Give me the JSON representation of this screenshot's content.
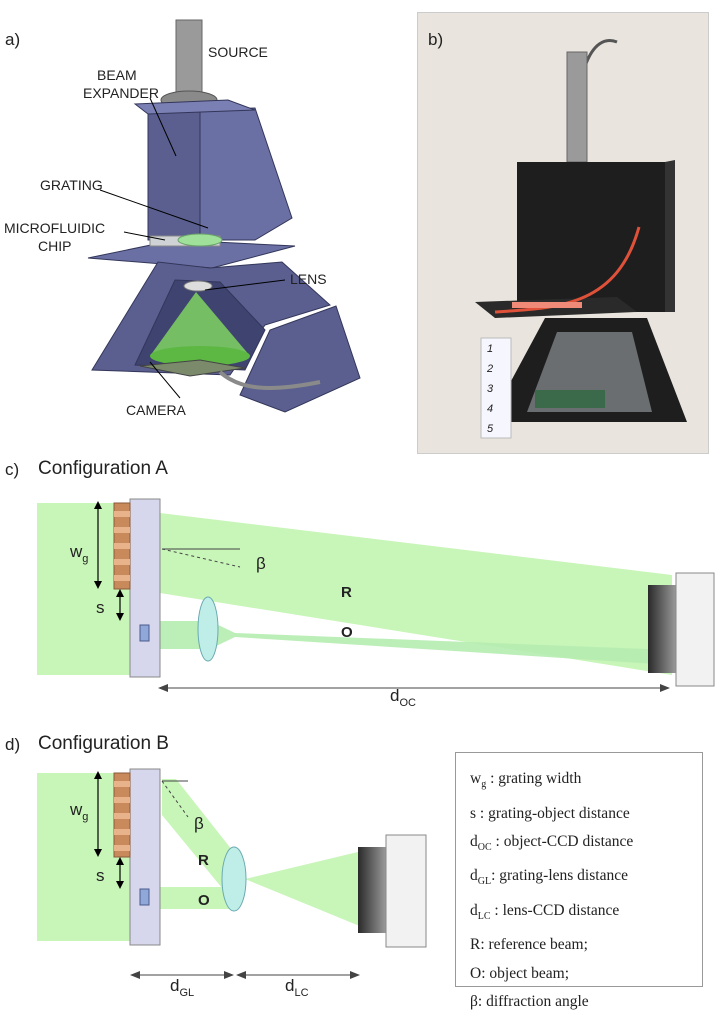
{
  "panels": {
    "a": {
      "label": "a)",
      "callouts": {
        "source": "SOURCE",
        "beam_expander_1": "BEAM",
        "beam_expander_2": "EXPANDER",
        "grating": "GRATING",
        "chip_1": "MICROFLUIDIC",
        "chip_2": "CHIP",
        "lens": "LENS",
        "camera": "CAMERA"
      }
    },
    "b": {
      "label": "b)",
      "ruler_ticks": [
        "1",
        "2",
        "3",
        "4",
        "5"
      ]
    },
    "c": {
      "label": "c)",
      "title": "Configuration A",
      "wg_main": "w",
      "wg_sub": "g",
      "s": "s",
      "beta": "β",
      "R": "R",
      "O": "O",
      "doc_main": "d",
      "doc_sub": "OC"
    },
    "d": {
      "label": "d)",
      "title": "Configuration B",
      "wg_main": "w",
      "wg_sub": "g",
      "s": "s",
      "beta": "β",
      "R": "R",
      "O": "O",
      "dgl_main": "d",
      "dgl_sub": "GL",
      "dlc_main": "d",
      "dlc_sub": "LC"
    }
  },
  "legend": [
    {
      "sym": "w",
      "sub": "g",
      "text": " : grating width"
    },
    {
      "sym": "s",
      "sub": "",
      "text": " : grating-object distance"
    },
    {
      "sym": "d",
      "sub": "OC",
      "text": " : object-CCD distance"
    },
    {
      "sym": "d",
      "sub": "GL",
      "text": ": grating-lens distance"
    },
    {
      "sym": "d",
      "sub": "LC",
      "text": " : lens-CCD distance"
    },
    {
      "sym": "R",
      "sub": "",
      "text": ": reference beam;"
    },
    {
      "sym": "O",
      "sub": "",
      "text": ": object beam;"
    },
    {
      "sym": "β",
      "sub": "",
      "text": ": diffraction angle"
    }
  ],
  "colors": {
    "beam_green": "#c8f5b8",
    "housing_blue": "#5a5f8f",
    "grating_orange": "#c88a5a",
    "object_blue": "#8fa8d8",
    "lens_cyan": "#bfeee8"
  }
}
